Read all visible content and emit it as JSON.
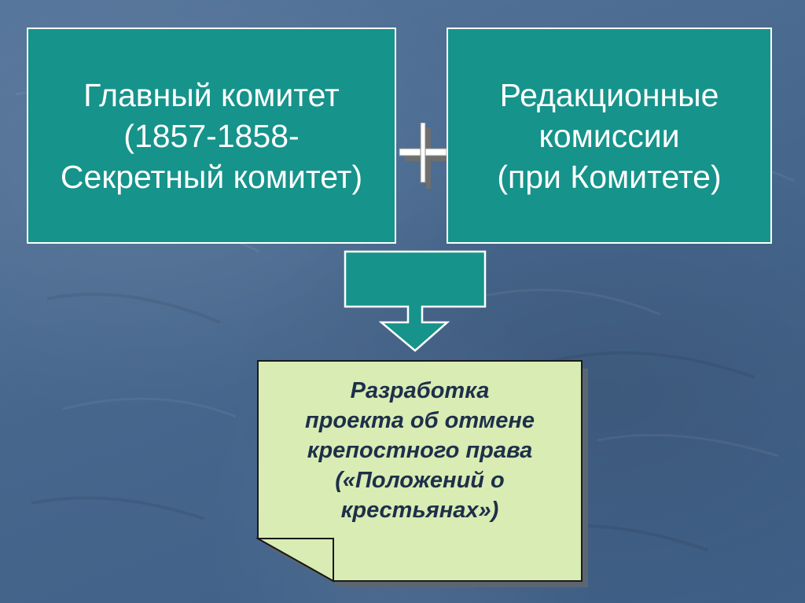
{
  "left_box": {
    "lines": [
      "Главный комитет",
      "(1857-1858-",
      "Секретный комитет)"
    ]
  },
  "right_box": {
    "lines": [
      "Редакционные",
      "комиссии",
      "(при Комитете)"
    ]
  },
  "note": {
    "lines": [
      "Разработка",
      "проекта об отмене",
      "крепостного права",
      "(«Положений о",
      "крестьянах»)"
    ]
  },
  "colors": {
    "box_fill": "#16938b",
    "note_fill": "#d8ecb4",
    "note_text": "#1e2f4a",
    "background": "#4a6a90"
  }
}
